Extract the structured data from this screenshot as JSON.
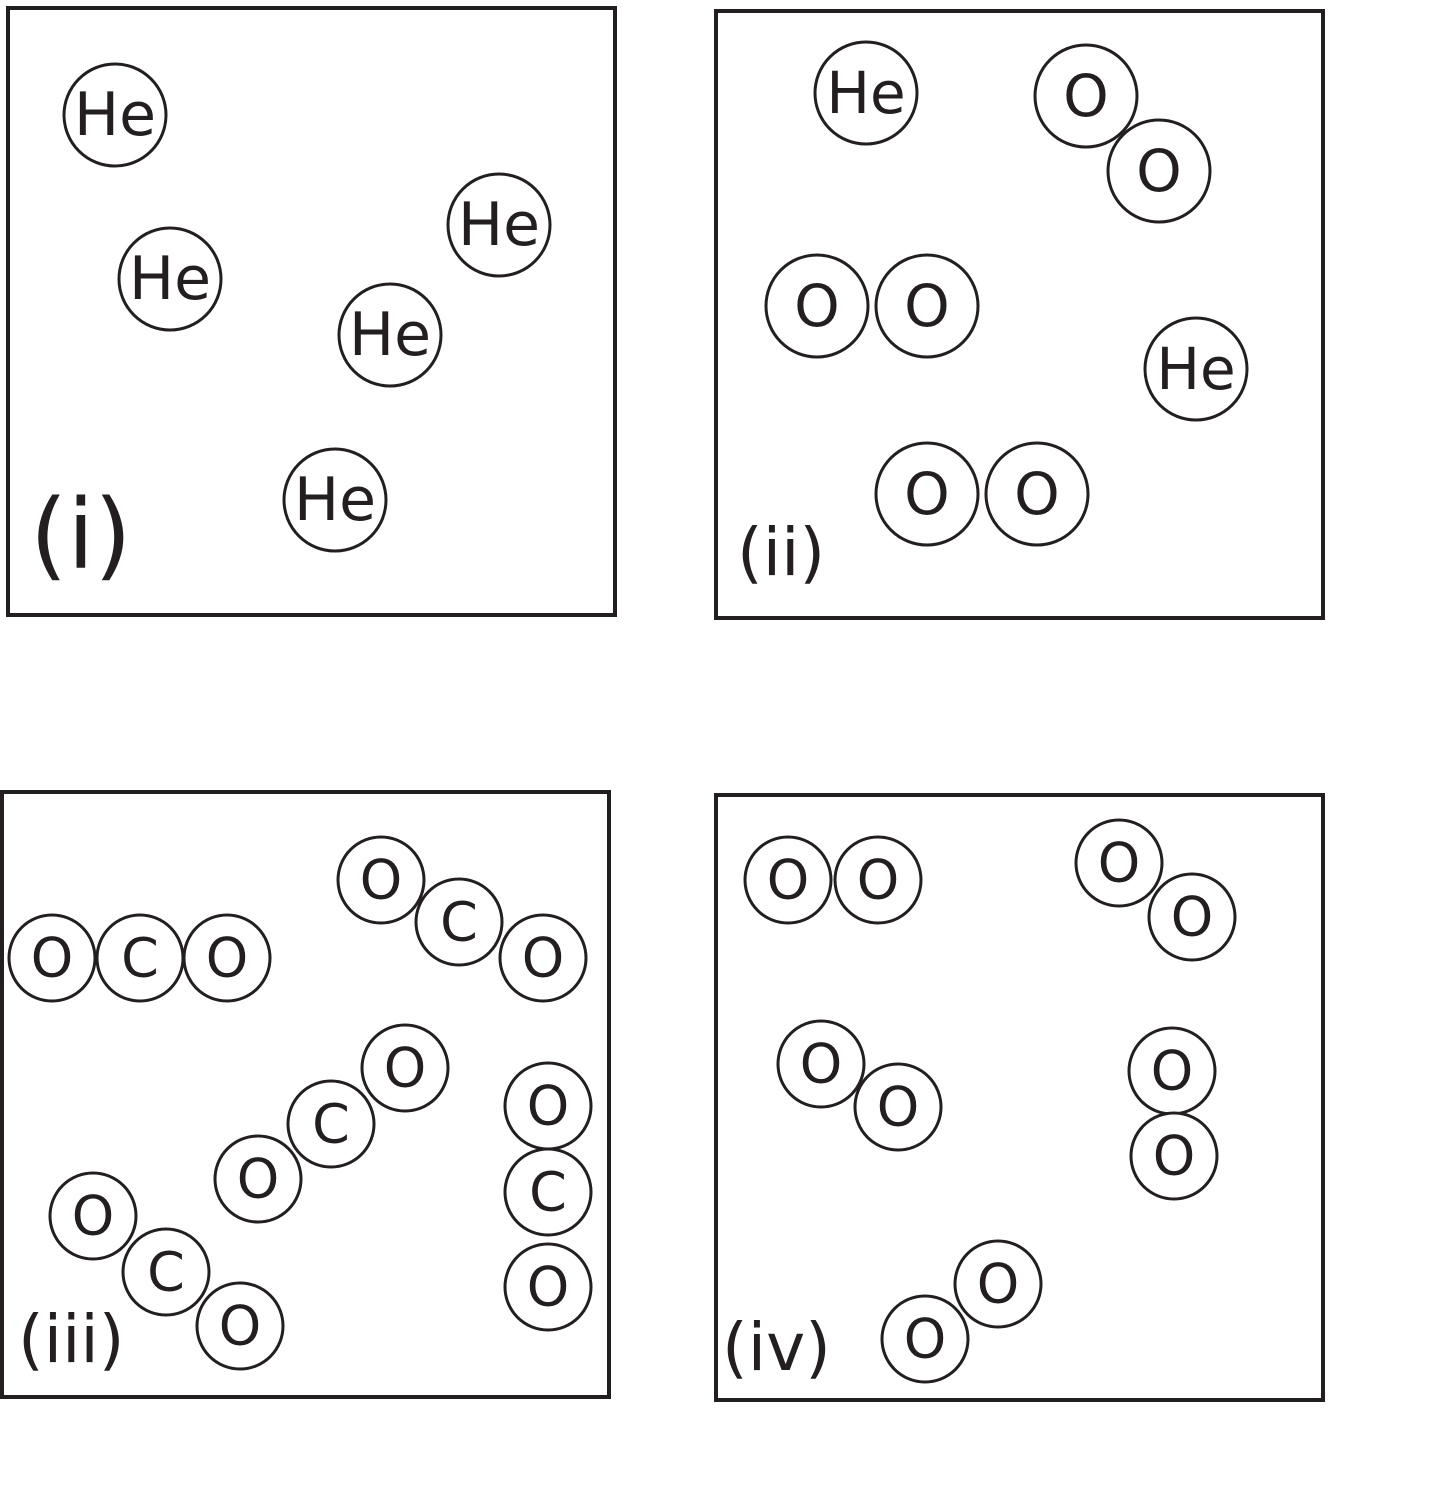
{
  "colors": {
    "ink": "#231f20",
    "background": "#ffffff"
  },
  "panels": [
    {
      "label": "(i)",
      "atoms": [
        "He",
        "He",
        "He",
        "He",
        "He"
      ]
    },
    {
      "label": "(ii)",
      "atoms": [
        "He",
        "O",
        "O",
        "O",
        "O",
        "He",
        "O",
        "O"
      ]
    },
    {
      "label": "(iii)",
      "atoms": [
        "O",
        "C",
        "O",
        "O",
        "C",
        "O",
        "O",
        "C",
        "O",
        "O",
        "C",
        "O",
        "O",
        "C",
        "O"
      ]
    },
    {
      "label": "(iv)",
      "atoms": [
        "O",
        "O",
        "O",
        "O",
        "O",
        "O",
        "O",
        "O",
        "O",
        "O"
      ]
    }
  ]
}
